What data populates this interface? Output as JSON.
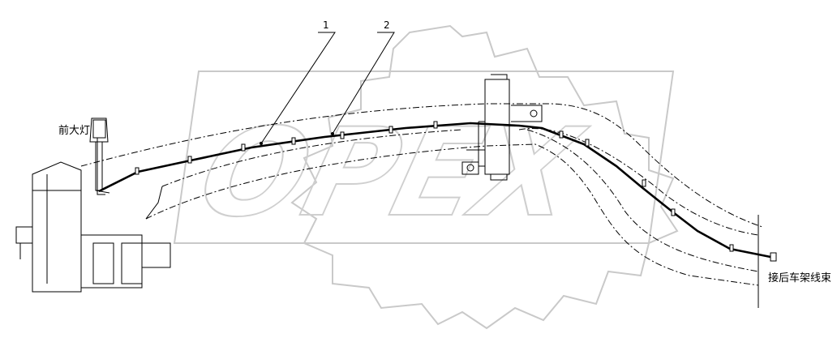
{
  "labels": {
    "headlamp": "前大灯",
    "rear_connection": "接后车架线束"
  },
  "callouts": [
    "1",
    "2"
  ],
  "watermark": {
    "text": "OPEX"
  },
  "colors": {
    "line": "#000000",
    "watermark": "#c9c9c9",
    "background": "#ffffff"
  }
}
